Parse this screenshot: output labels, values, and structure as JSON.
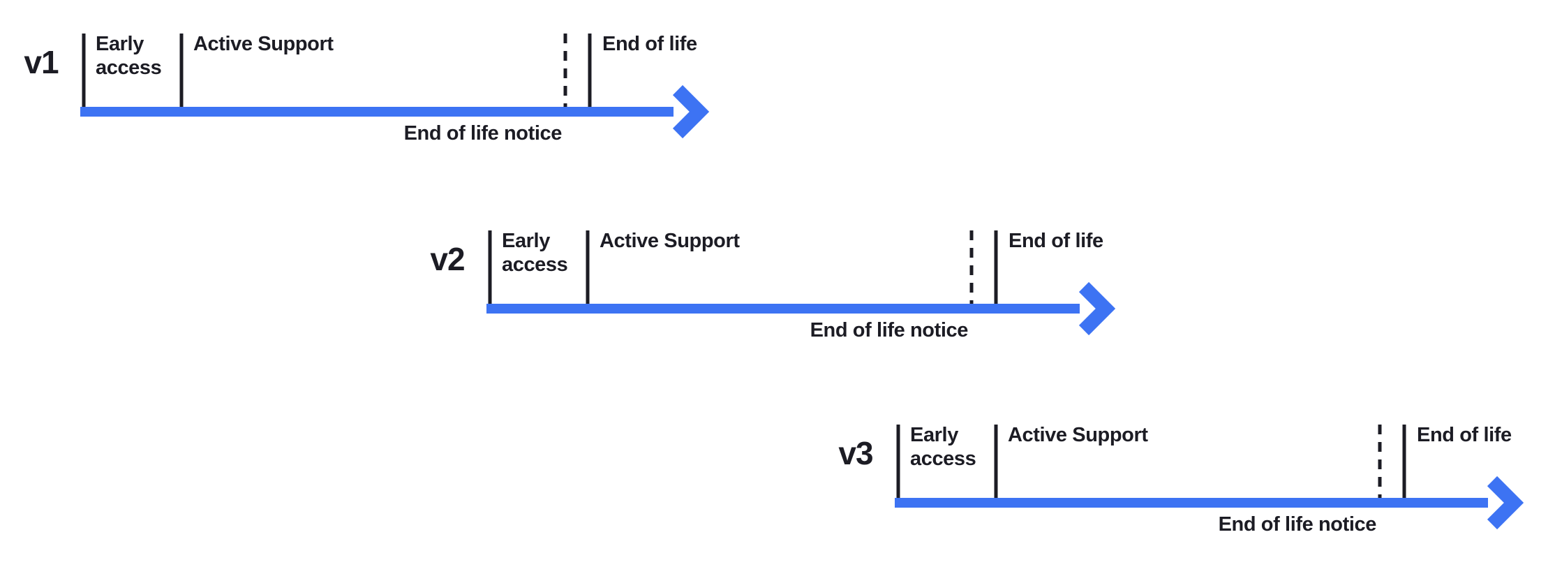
{
  "colors": {
    "accent": "#3D73F3",
    "ink": "#1C1C24"
  },
  "timelines": [
    {
      "version": "v1",
      "early_access": "Early access",
      "active_support": "Active Support",
      "end_of_life": "End of life",
      "end_of_life_notice": "End of life notice"
    },
    {
      "version": "v2",
      "early_access": "Early access",
      "active_support": "Active Support",
      "end_of_life": "End of life",
      "end_of_life_notice": "End of life notice"
    },
    {
      "version": "v3",
      "early_access": "Early access",
      "active_support": "Active Support",
      "end_of_life": "End of life",
      "end_of_life_notice": "End of life notice"
    }
  ]
}
